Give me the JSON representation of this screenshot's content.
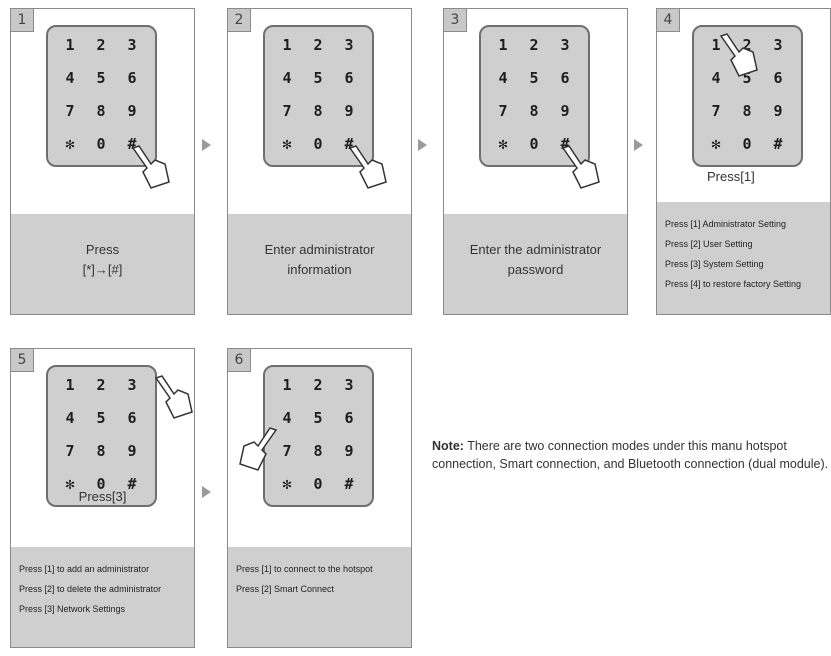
{
  "keypad": {
    "keys": [
      "1",
      "2",
      "3",
      "4",
      "5",
      "6",
      "7",
      "8",
      "9",
      "✻",
      "0",
      "#"
    ]
  },
  "panels": [
    {
      "number": "1",
      "press": "",
      "gray_lines": [
        "Press",
        "[*]→[#]"
      ],
      "list": []
    },
    {
      "number": "2",
      "press": "",
      "gray_lines": [
        "Enter administrator",
        "information"
      ],
      "list": []
    },
    {
      "number": "3",
      "press": "",
      "gray_lines": [
        "Enter the administrator",
        "password"
      ],
      "list": []
    },
    {
      "number": "4",
      "press": "Press[1]",
      "gray_lines": [],
      "list": [
        "Press [1] Administrator Setting",
        "Press [2] User Setting",
        "Press [3] System Setting",
        "Press [4] to restore factory Setting"
      ]
    },
    {
      "number": "5",
      "press": "Press[3]",
      "gray_lines": [],
      "list": [
        "Press [1] to add an administrator",
        "Press [2] to delete the administrator",
        "Press [3] Network Settings"
      ]
    },
    {
      "number": "6",
      "press": "",
      "gray_lines": [],
      "list": [
        "Press [1] to connect to the hotspot",
        "Press [2] Smart Connect"
      ]
    }
  ],
  "note": {
    "label": "Note:",
    "text": "There are two connection modes under this manu hotspot connection, Smart connection, and Bluetooth connection (dual module)."
  },
  "colors": {
    "panel_gray": "#cfcfcf",
    "border": "#8a8a8a",
    "arrow": "#9a9a9a"
  }
}
